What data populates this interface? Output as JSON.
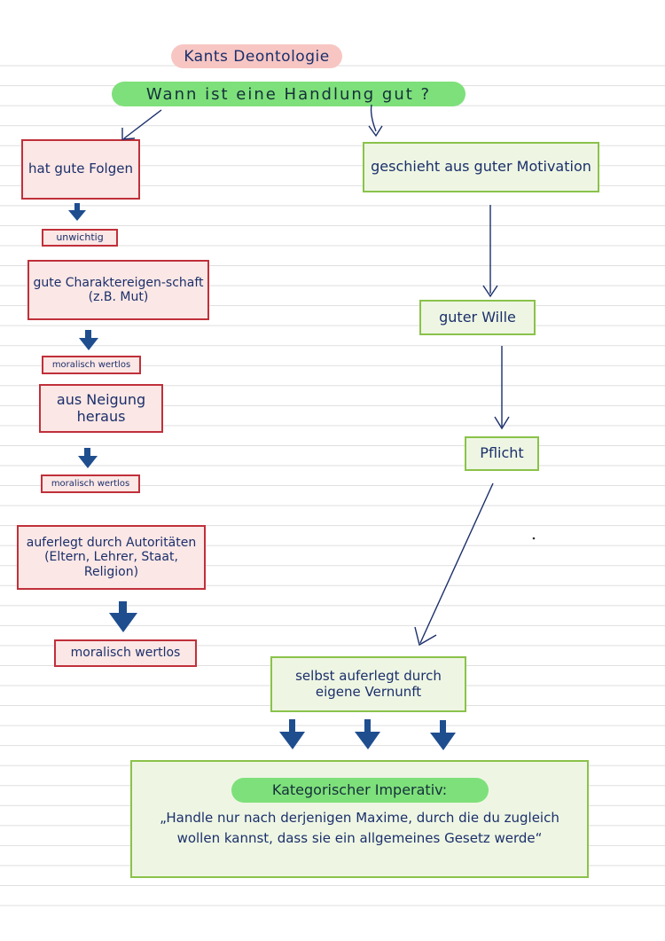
{
  "title": "Kants Deontologie",
  "question": "Wann ist eine Handlung gut ?",
  "colors": {
    "ink": "#1b2f6b",
    "arrow": "#1f4e8f",
    "title_highlight": "#f7c6c3",
    "question_highlight": "#7ee07a",
    "red_border": "#c0303a",
    "red_fill": "#fbe7e5",
    "green_border": "#8ac24a",
    "green_fill": "#eef6e3"
  },
  "left_branch": {
    "boxes": [
      {
        "text": "hat gute Folgen",
        "verdict": "unwichtig"
      },
      {
        "text": "gute Charaktereigen-schaft (z.B. Mut)",
        "verdict": "moralisch wertlos"
      },
      {
        "text": "aus Neigung heraus",
        "verdict": "moralisch wertlos"
      },
      {
        "text": "auferlegt durch Autoritäten (Eltern, Lehrer, Staat, Religion)",
        "verdict": "moralisch wertlos"
      }
    ]
  },
  "right_branch": {
    "steps": [
      "geschieht aus guter Motivation",
      "guter Wille",
      "Pflicht",
      "selbst auferlegt durch eigene Vernunft"
    ]
  },
  "conclusion": {
    "heading": "Kategorischer Imperativ:",
    "quote": "„Handle nur nach derjenigen Maxime, durch die du zugleich wollen kannst, dass sie ein allgemeines Gesetz werde“"
  }
}
